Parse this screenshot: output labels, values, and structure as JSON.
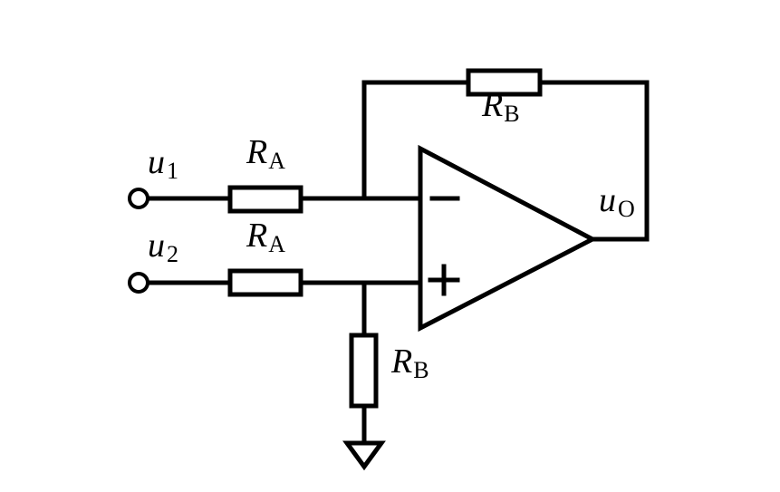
{
  "labels": {
    "input_1": {
      "symbol": "u",
      "subscript": "1"
    },
    "input_2": {
      "symbol": "u",
      "subscript": "2"
    },
    "resistor_a_top": {
      "symbol": "R",
      "subscript": "A"
    },
    "resistor_a_bottom": {
      "symbol": "R",
      "subscript": "A"
    },
    "resistor_b_feedback": {
      "symbol": "R",
      "subscript": "B"
    },
    "resistor_b_ground": {
      "symbol": "R",
      "subscript": "B"
    },
    "output": {
      "symbol": "u",
      "subscript": "O"
    }
  },
  "colors": {
    "stroke": "#000000",
    "background": "#ffffff"
  }
}
